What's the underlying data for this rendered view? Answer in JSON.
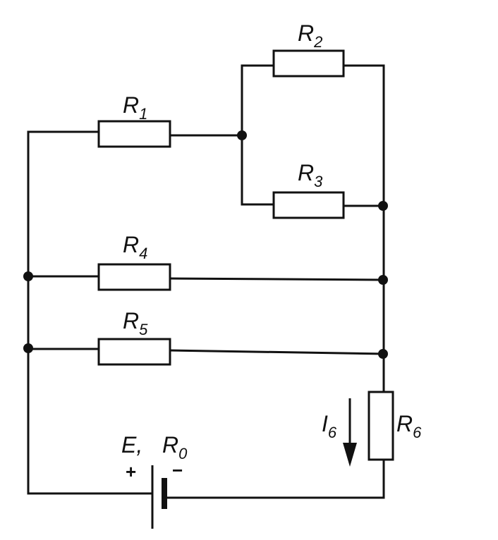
{
  "resistors": {
    "r1": {
      "letter": "R",
      "sub": "1"
    },
    "r2": {
      "letter": "R",
      "sub": "2"
    },
    "r3": {
      "letter": "R",
      "sub": "3"
    },
    "r4": {
      "letter": "R",
      "sub": "4"
    },
    "r5": {
      "letter": "R",
      "sub": "5"
    },
    "r6": {
      "letter": "R",
      "sub": "6"
    }
  },
  "source": {
    "emf": "E,",
    "internal_letter": "R",
    "internal_sub": "0",
    "plus": "+",
    "minus": "−"
  },
  "current": {
    "letter": "I",
    "sub": "6"
  }
}
